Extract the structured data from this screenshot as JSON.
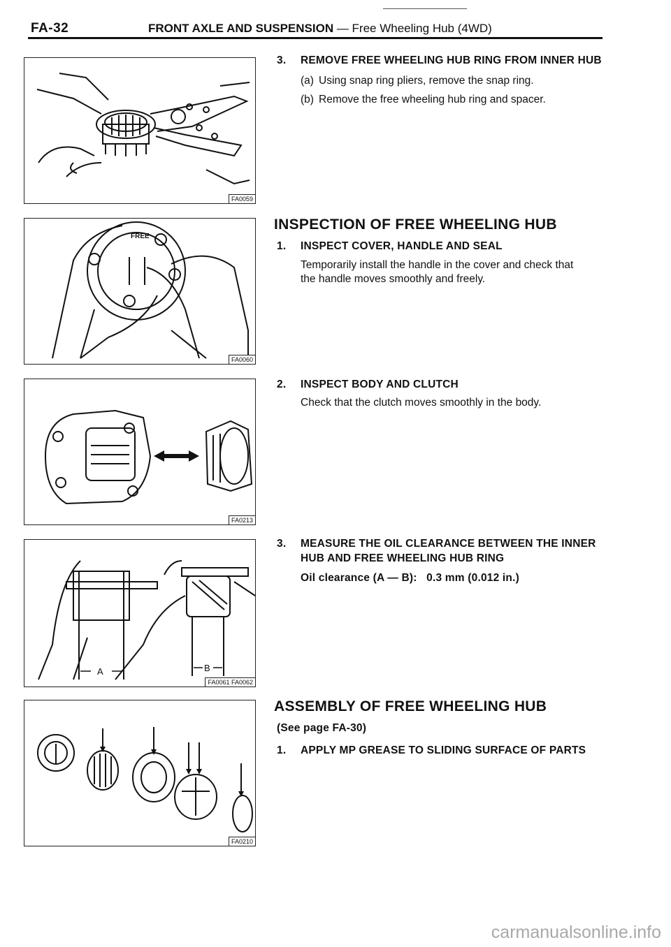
{
  "header": {
    "page_id": "FA-32",
    "section_bold": "FRONT AXLE AND SUSPENSION",
    "section_rest": " — Free Wheeling Hub (4WD)"
  },
  "figures": [
    {
      "code": "FA0059"
    },
    {
      "code": "FA0060",
      "label": "FREE"
    },
    {
      "code": "FA0213"
    },
    {
      "code": "FA0061 FA0062",
      "label_a": "A",
      "label_b": "B"
    },
    {
      "code": "FA0210"
    }
  ],
  "removal": {
    "step3_num": "3.",
    "step3_title": "REMOVE FREE WHEELING HUB RING FROM INNER HUB",
    "a_label": "(a)",
    "a_text": "Using snap ring pliers, remove the snap ring.",
    "b_label": "(b)",
    "b_text": "Remove the free wheeling hub ring and spacer."
  },
  "inspection": {
    "heading": "INSPECTION OF FREE WHEELING HUB",
    "s1_num": "1.",
    "s1_title": "INSPECT COVER, HANDLE AND SEAL",
    "s1_text1": "Temporarily install the handle in the cover and check that",
    "s1_text2": "the handle moves smoothly and freely.",
    "s2_num": "2.",
    "s2_title": "INSPECT BODY AND CLUTCH",
    "s2_text": "Check that the clutch moves smoothly in the body.",
    "s3_num": "3.",
    "s3_title1": "MEASURE THE OIL CLEARANCE BETWEEN THE INNER",
    "s3_title2": "HUB AND FREE WHEELING HUB RING",
    "s3_spec": "Oil clearance (A — B):   0.3 mm (0.012 in.)"
  },
  "assembly": {
    "heading": "ASSEMBLY OF FREE WHEELING HUB",
    "see_page": "(See page FA-30)",
    "s1_num": "1.",
    "s1_title": "APPLY MP GREASE TO SLIDING SURFACE OF PARTS"
  },
  "watermark": "carmanualsonline.info"
}
